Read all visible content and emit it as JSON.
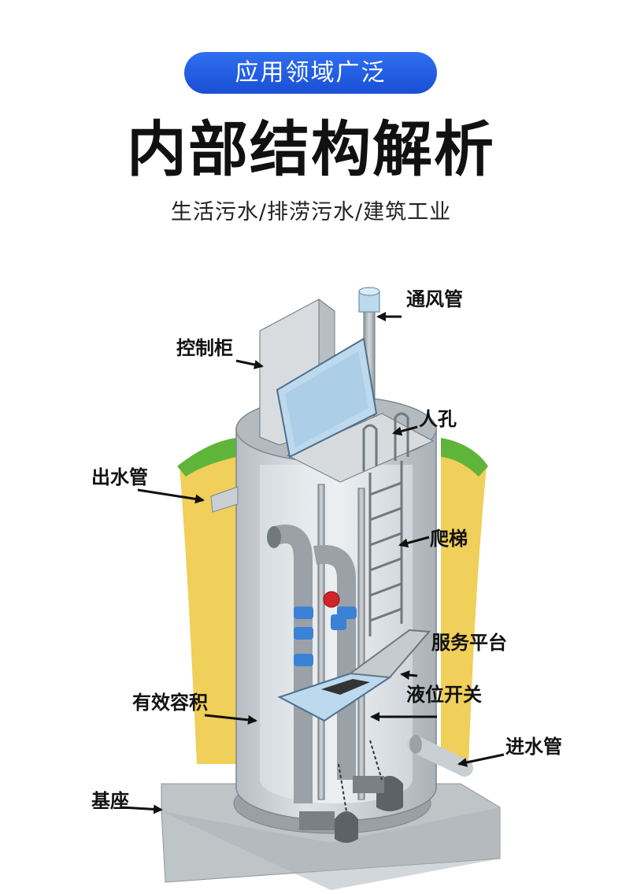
{
  "header": {
    "pill": "应用领域广泛",
    "title": "内部结构解析",
    "subtitle": "生活污水/排涝污水/建筑工业"
  },
  "labels": {
    "vent_pipe": "通风管",
    "control_cabinet": "控制柜",
    "manhole": "人孔",
    "outlet_pipe": "出水管",
    "ladder": "爬梯",
    "service_platform": "服务平台",
    "level_switch": "液位开关",
    "effective_volume": "有效容积",
    "inlet_pipe": "进水管",
    "base": "基座"
  },
  "colors": {
    "pill_blue": "#2563eb",
    "soil": "#f0cf5a",
    "grass": "#5fb53a",
    "tank": "#c9cfd3",
    "pipe_blue": "#3b82d6",
    "glass": "#bcd9ee"
  }
}
